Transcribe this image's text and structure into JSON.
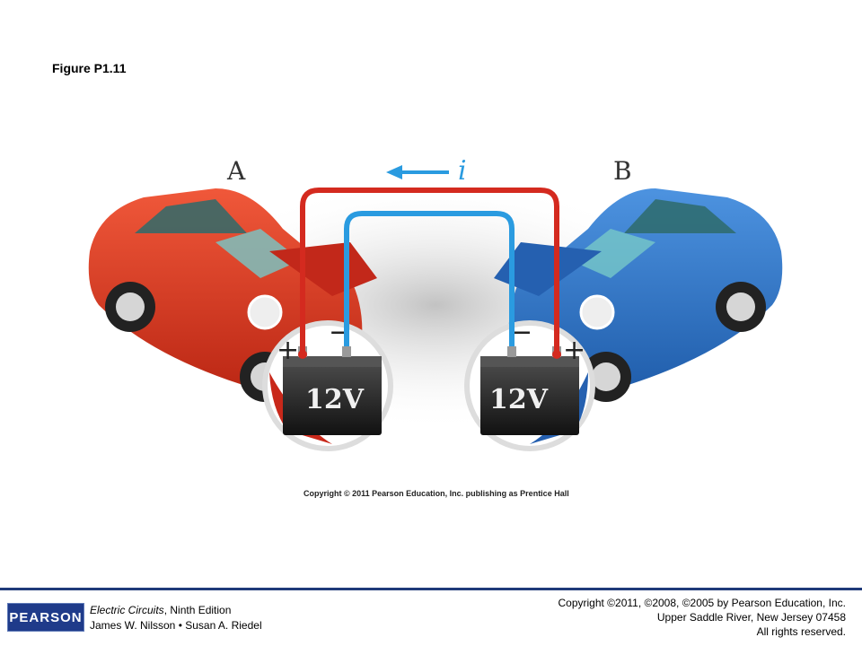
{
  "figure": {
    "title": "Figure P1.11",
    "labels": {
      "car_a": "A",
      "car_b": "B",
      "current": "i"
    },
    "battery_a": {
      "voltage": "12V",
      "plus": "+",
      "minus": "−"
    },
    "battery_b": {
      "voltage": "12V",
      "plus": "+",
      "minus": "−"
    },
    "credit": "Copyright © 2011 Pearson Education, Inc. publishing as Prentice Hall",
    "colors": {
      "car_a": "#d8321e",
      "car_b": "#2f73c8",
      "cable_red": "#d42a1f",
      "cable_blue": "#2a9be0"
    }
  },
  "footer": {
    "logo": "PEARSON",
    "book_title": "Electric Circuits",
    "edition": ", Ninth Edition",
    "authors": "James W. Nilsson • Susan A. Riedel",
    "copyright": "Copyright ©2011, ©2008, ©2005 by Pearson Education, Inc.",
    "address": "Upper Saddle River, New Jersey 07458",
    "rights": "All rights reserved."
  }
}
